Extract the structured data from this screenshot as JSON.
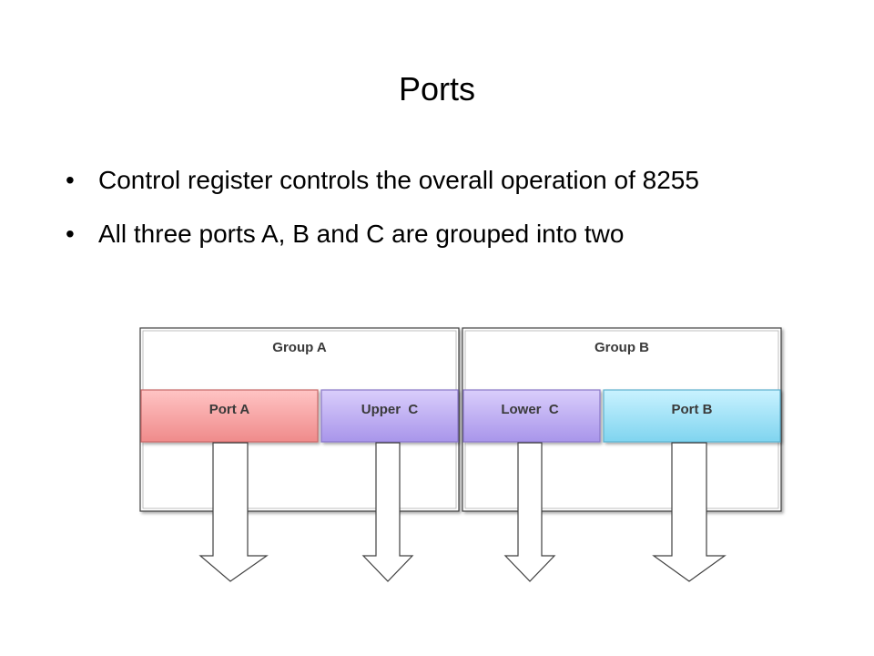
{
  "slide": {
    "title": "Ports",
    "bullets": [
      "Control register controls the overall operation of 8255",
      "All three ports A, B and C are grouped into two"
    ]
  },
  "diagram": {
    "groups": [
      {
        "label": "Group A"
      },
      {
        "label": "Group B"
      }
    ],
    "ports": [
      {
        "label": "Port A",
        "fill_top": "#ffc4c4",
        "fill_bottom": "#ef8a8a",
        "stroke": "#c96a6a"
      },
      {
        "label": "Upper  C",
        "fill_top": "#d9cdfb",
        "fill_bottom": "#a895ea",
        "stroke": "#8a78c8"
      },
      {
        "label": "Lower  C",
        "fill_top": "#d9cdfb",
        "fill_bottom": "#a895ea",
        "stroke": "#8a78c8"
      },
      {
        "label": "Port B",
        "fill_top": "#c9f2ff",
        "fill_bottom": "#7fd4ef",
        "stroke": "#5fb2cf"
      }
    ]
  }
}
